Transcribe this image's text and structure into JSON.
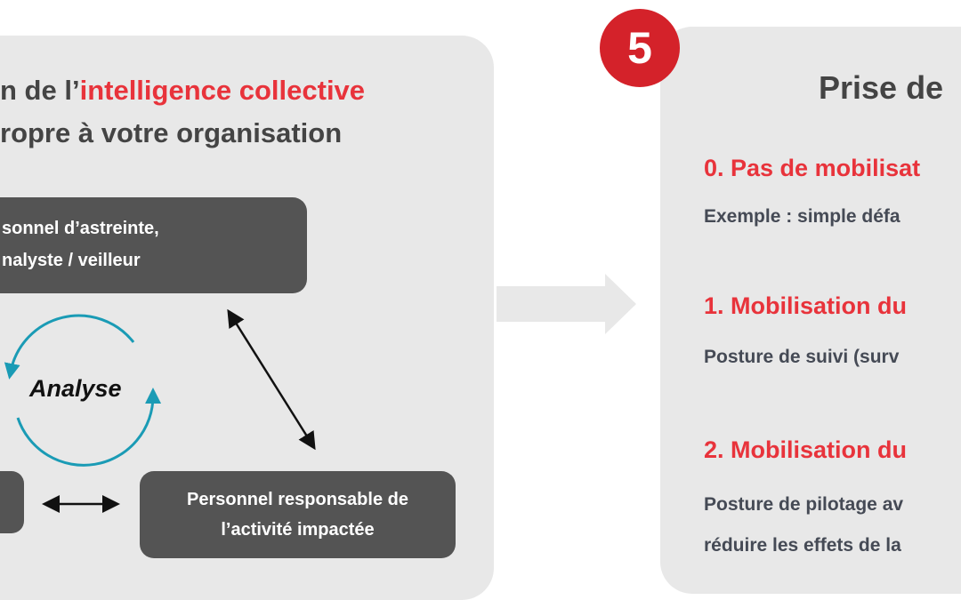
{
  "left_panel": {
    "title_line1_prefix": "n de l’",
    "title_line1_highlight": "intelligence collective",
    "title_line2": "ropre à votre organisation",
    "box_top_line1": "sonnel d’astreinte,",
    "box_top_line2": "nalyste / veilleur",
    "cycle_label": "Analyse",
    "box_bottom_right_line1": "Personnel responsable de",
    "box_bottom_right_line2": "l’activité impactée"
  },
  "badge": {
    "number": "5"
  },
  "right_panel": {
    "title": "Prise de",
    "levels": [
      {
        "heading": "0. Pas de mobilisat",
        "desc": [
          "Exemple : simple défa"
        ]
      },
      {
        "heading": "1. Mobilisation du",
        "desc": [
          "Posture de suivi (surv"
        ]
      },
      {
        "heading": "2. Mobilisation du",
        "desc": [
          "Posture de pilotage av",
          "réduire les effets de la"
        ]
      }
    ]
  },
  "colors": {
    "accent": "#e8333b",
    "badge": "#d4222a",
    "cycle": "#1a9bb5",
    "box": "#545454",
    "panel": "#e8e8e8"
  }
}
